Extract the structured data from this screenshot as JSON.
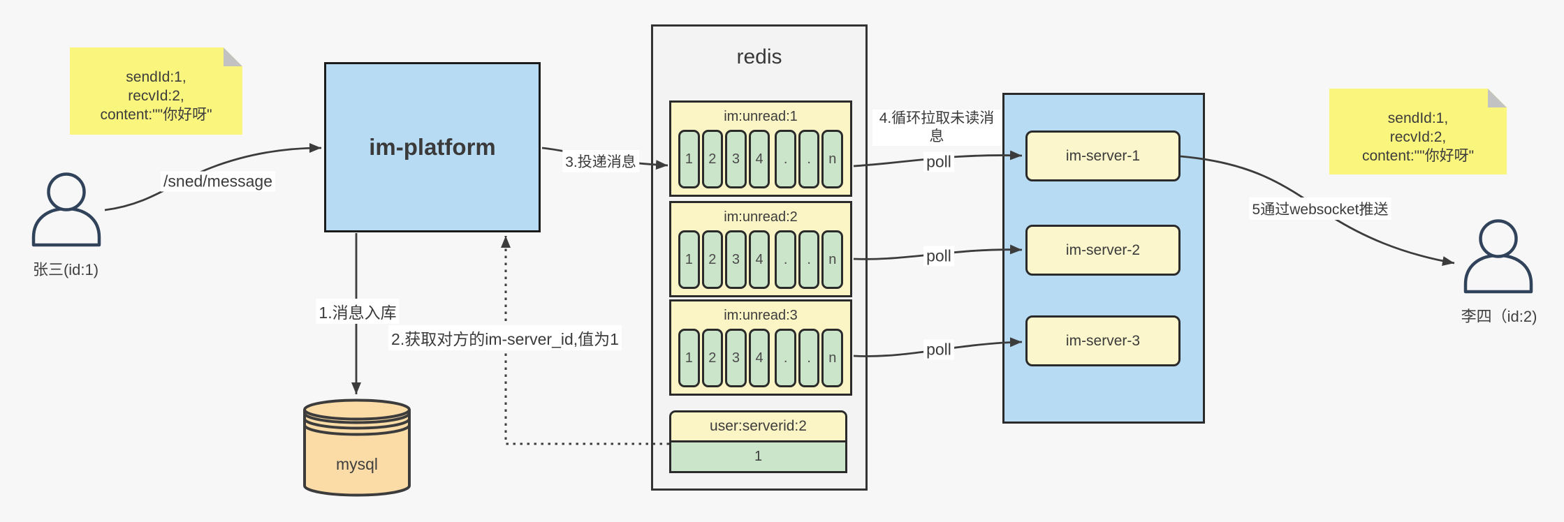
{
  "diagram_title": "im message flow diagram",
  "colors": {
    "background": "#F7F7F7",
    "blue_box": "#B8DBF4",
    "panel_gray": "#F3F3F3",
    "yellow_box": "#FBF4C4",
    "green_cell": "#CBE5CA",
    "sticky_yellow": "#FAF67D",
    "sticky_fold_gray": "#C2C2C2",
    "mysql_orange": "#FBDCA6",
    "arrow_stroke": "#3C3C3C",
    "actor_stroke": "#30435A"
  },
  "sticky_left": {
    "lines": [
      "sendId:1,",
      "recvId:2,",
      "content:\"\"你好呀\""
    ]
  },
  "sticky_right": {
    "lines": [
      "sendId:1,",
      "recvId:2,",
      "content:\"\"你好呀\""
    ]
  },
  "actors": {
    "sender": {
      "label": "张三(id:1)"
    },
    "receiver": {
      "label": "李四（id:2)"
    }
  },
  "platform": {
    "label": "im-platform"
  },
  "database": {
    "label": "mysql"
  },
  "redis": {
    "title": "redis",
    "queues": [
      {
        "label": "im:unread:1",
        "cells": [
          "1",
          "2",
          "3",
          "4",
          ".",
          ".",
          "n"
        ]
      },
      {
        "label": "im:unread:2",
        "cells": [
          "1",
          "2",
          "3",
          "4",
          ".",
          ".",
          "n"
        ]
      },
      {
        "label": "im:unread:3",
        "cells": [
          "1",
          "2",
          "3",
          "4",
          ".",
          ".",
          "n"
        ]
      }
    ],
    "kv": {
      "label": "user:serverid:2",
      "value": "1"
    }
  },
  "servers": {
    "items": [
      {
        "label": "im-server-1"
      },
      {
        "label": "im-server-2"
      },
      {
        "label": "im-server-3"
      }
    ]
  },
  "labels": {
    "send_api": "/sned/message",
    "step1": "1.消息入库",
    "step2": "2.获取对方的im-server_id,值为1",
    "step3": "3.投递消息",
    "step4": "4.循环拉取未读消息",
    "step5": "5通过websocket推送",
    "poll": "poll"
  }
}
